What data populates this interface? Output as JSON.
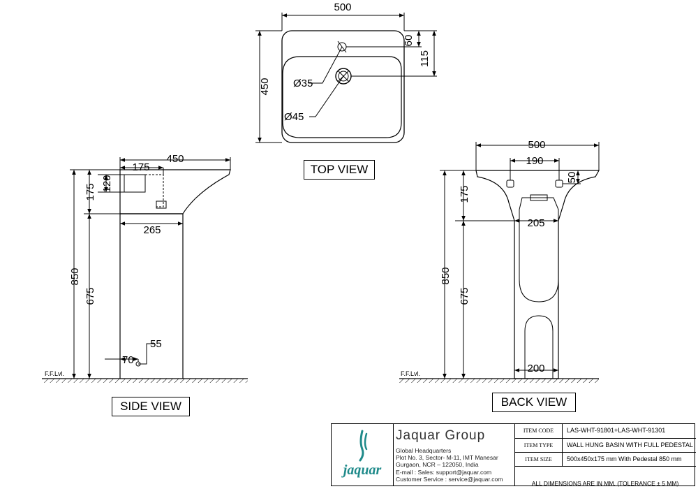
{
  "top_view": {
    "title": "TOP VIEW",
    "dim_width": "500",
    "dim_depth": "450",
    "dim_tap_offset": "60",
    "dim_drain_offset": "115",
    "dim_tap_hole": "Ø35",
    "dim_drain": "Ø45"
  },
  "side_view": {
    "title": "SIDE VIEW",
    "dim_depth": "450",
    "dim_bowl_depth": "175",
    "dim_overflow": "120",
    "dim_rim": "175",
    "dim_pedestal_depth": "265",
    "dim_total_height": "850",
    "dim_pedestal_height": "675",
    "dim_waste_height": "55",
    "dim_waste_offset": "70",
    "floor_label": "F.F.Lvl."
  },
  "back_view": {
    "title": "BACK VIEW",
    "dim_width": "500",
    "dim_bracket_spacing": "190",
    "dim_bracket_height": "50",
    "dim_rim": "175",
    "dim_pedestal_top": "205",
    "dim_total_height": "850",
    "dim_pedestal_height": "675",
    "dim_pedestal_base": "200",
    "floor_label": "F.F.Lvl."
  },
  "title_block": {
    "company": "Jaquar Group",
    "brand": "jaquar",
    "address_lines": [
      "Global Headquarters",
      "Plot No. 3, Sector- M-11, IMT Manesar",
      "Gurgaon, NCR – 122050, India",
      "E-mail : Sales: support@jaquar.com",
      "Customer Service : service@jaquar.com"
    ],
    "item_code_label": "ITEM CODE",
    "item_code": "LAS-WHT-91801+LAS-WHT-91301",
    "item_type_label": "ITEM TYPE",
    "item_type": "WALL HUNG BASIN WITH FULL PEDESTAL",
    "item_size_label": "ITEM SIZE",
    "item_size": "500x450x175 mm With Pedestal 850 mm",
    "note": "ALL DIMENSIONS ARE IN MM. (TOLERANCE ± 5 MM)"
  },
  "colors": {
    "line": "#000000",
    "logo": "#1f8a8a"
  }
}
